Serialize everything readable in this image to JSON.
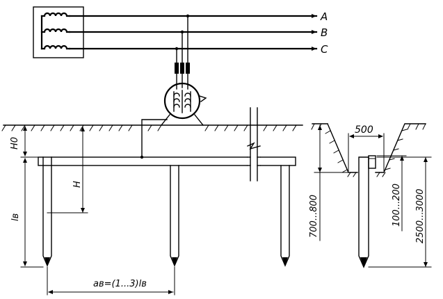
{
  "phases": {
    "a": "A",
    "b": "B",
    "c": "C"
  },
  "dimensions": {
    "h0": "H0",
    "h": "H",
    "l": "lв",
    "spacing": "aв=(1...3)lв",
    "width": "500",
    "depth_range": "700...800",
    "offset_range": "100...200",
    "length_range": "2500...3000"
  }
}
